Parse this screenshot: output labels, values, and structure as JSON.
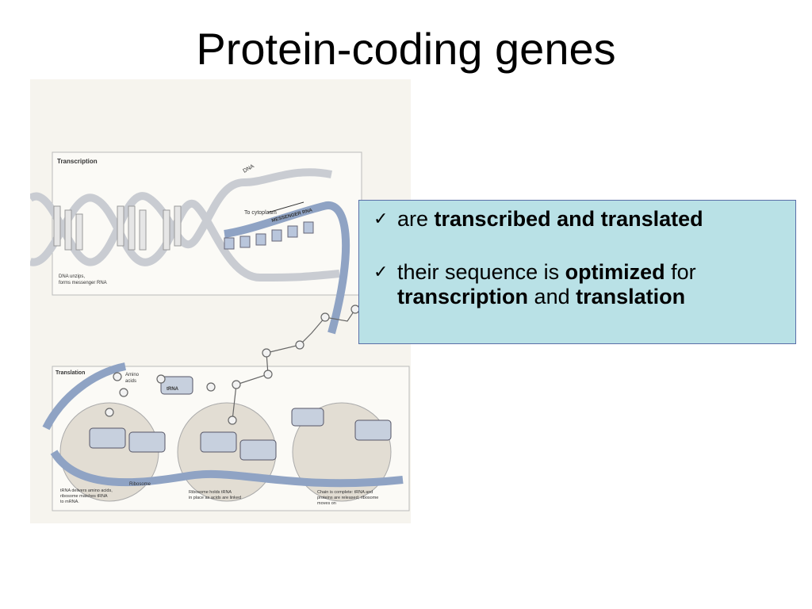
{
  "slide": {
    "title": "Protein-coding genes"
  },
  "figure": {
    "transcription_label": "Transcription",
    "dna_unzips_caption": [
      "DNA unzips,",
      "forms messenger RNA"
    ],
    "to_cytoplasm_label": "To cytoplasm",
    "messenger_rna_label": "MESSENGER RNA",
    "dna_label": "DNA",
    "translation_label": "Translation",
    "amino_acids_label": [
      "Amino",
      "acids"
    ],
    "trna_label": "tRNA",
    "ribosome_label": "Ribosome",
    "trna_delivers_caption": [
      "tRNA delivers amino acids,",
      "ribosome matches tRNA",
      "to mRNA."
    ],
    "ribosome_holds_caption": [
      "Ribosome holds tRNA",
      "in place as acids are linked"
    ],
    "chain_complete_caption": [
      "Chain is complete: tRNA and",
      "proteins are released; ribosome",
      "moves on"
    ]
  },
  "callout": {
    "bullet1": {
      "check_icon": "check-icon",
      "pre": "are",
      "bold": "transcribed and translated"
    },
    "bullet2": {
      "check_icon": "check-icon",
      "pre": "their sequence is",
      "bold1": "optimized",
      "mid": "for",
      "bold2": "transcription",
      "mid2": "and",
      "bold3": "translation"
    }
  },
  "colors": {
    "callout_bg": "#b9e1e6",
    "callout_border": "#5a6fa8",
    "strand_blue": "#8fa3c4",
    "strand_gray": "#c9ccd2"
  }
}
